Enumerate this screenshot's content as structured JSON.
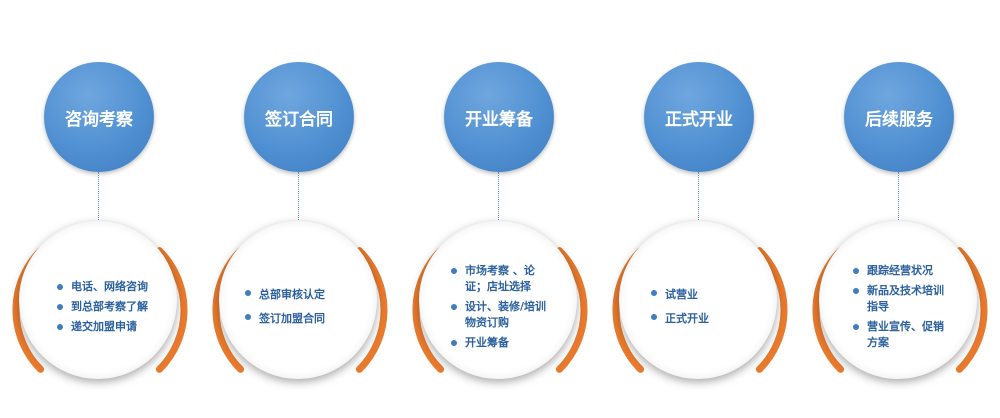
{
  "steps": [
    {
      "title": "咨询考察",
      "items": [
        "电话、网络咨询",
        "到总部考察了解",
        "递交加盟申请"
      ]
    },
    {
      "title": "签订合同",
      "items": [
        "总部审核认定",
        "签订加盟合同"
      ]
    },
    {
      "title": "开业筹备",
      "items": [
        "市场考察 、论证；店址选择",
        "设计、装修/培训物资订购",
        "开业筹备"
      ]
    },
    {
      "title": "正式开业",
      "items": [
        "试营业",
        "正式开业"
      ]
    },
    {
      "title": "后续服务",
      "items": [
        "跟踪经营状况",
        "新品及技术培训指导",
        "营业宣传、促销方案"
      ]
    }
  ],
  "colors": {
    "circle_blue": "#5090d2",
    "arc_orange": "#e87a2d",
    "text_blue": "#2d62a0"
  }
}
